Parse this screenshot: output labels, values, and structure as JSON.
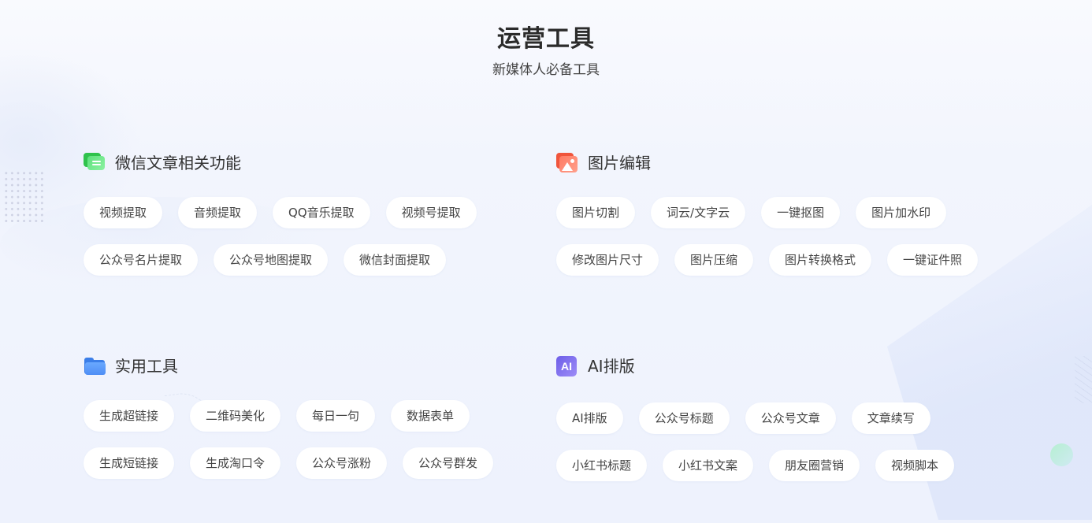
{
  "header": {
    "title": "运营工具",
    "subtitle": "新媒体人必备工具"
  },
  "sections": [
    {
      "title": "微信文章相关功能",
      "icon": "wechat-chat-icon",
      "accent": "#2fc24c",
      "tools": [
        "视频提取",
        "音频提取",
        "QQ音乐提取",
        "视频号提取",
        "公众号名片提取",
        "公众号地图提取",
        "微信封面提取"
      ]
    },
    {
      "title": "图片编辑",
      "icon": "image-icon",
      "accent": "#f0553c",
      "tools": [
        "图片切割",
        "词云/文字云",
        "一键抠图",
        "图片加水印",
        "修改图片尺寸",
        "图片压缩",
        "图片转换格式",
        "一键证件照"
      ]
    },
    {
      "title": "实用工具",
      "icon": "folder-icon",
      "accent": "#3b7ee8",
      "tools": [
        "生成超链接",
        "二维码美化",
        "每日一句",
        "数据表单",
        "生成短链接",
        "生成淘口令",
        "公众号涨粉",
        "公众号群发"
      ]
    },
    {
      "title": "AI排版",
      "icon": "ai-icon",
      "icon_text": "AI",
      "accent": "#6d5ee8",
      "tools": [
        "AI排版",
        "公众号标题",
        "公众号文章",
        "文章续写",
        "小红书标题",
        "小红书文案",
        "朋友圈营销",
        "视频脚本"
      ]
    }
  ]
}
